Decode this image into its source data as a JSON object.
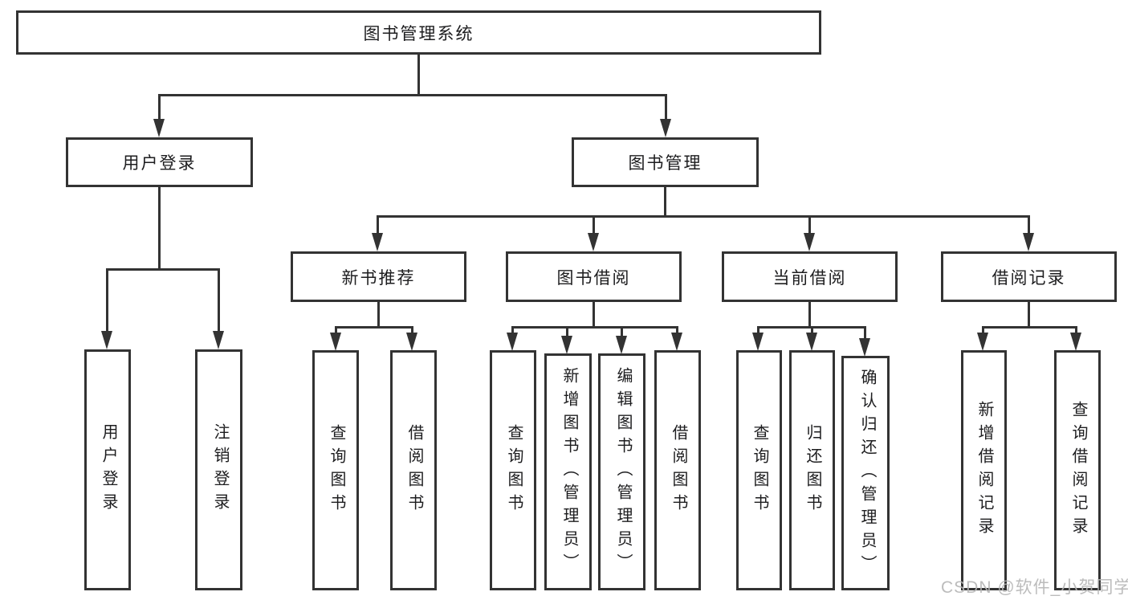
{
  "diagram_type": "hierarchy-tree",
  "tree": {
    "label": "图书管理系统",
    "children": [
      {
        "label": "用户登录",
        "children": [
          {
            "label": "用户登录"
          },
          {
            "label": "注销登录"
          }
        ]
      },
      {
        "label": "图书管理",
        "children": [
          {
            "label": "新书推荐",
            "children": [
              {
                "label": "查询图书"
              },
              {
                "label": "借阅图书"
              }
            ]
          },
          {
            "label": "图书借阅",
            "children": [
              {
                "label": "查询图书"
              },
              {
                "label": "新增图书（管理员）"
              },
              {
                "label": "编辑图书（管理员）"
              },
              {
                "label": "借阅图书"
              }
            ]
          },
          {
            "label": "当前借阅",
            "children": [
              {
                "label": "查询图书"
              },
              {
                "label": "归还图书"
              },
              {
                "label": "确认归还（管理员）"
              }
            ]
          },
          {
            "label": "借阅记录",
            "children": [
              {
                "label": "新增借阅记录"
              },
              {
                "label": "查询借阅记录"
              }
            ]
          }
        ]
      }
    ]
  },
  "watermark": {
    "text": "CSDN @软件_小贺同学"
  },
  "colors": {
    "line": "#333333",
    "box_border": "#333333",
    "box_fill": "#ffffff",
    "text": "#1d1d1f",
    "watermark": "#b5b5b5",
    "background": "#ffffff"
  }
}
